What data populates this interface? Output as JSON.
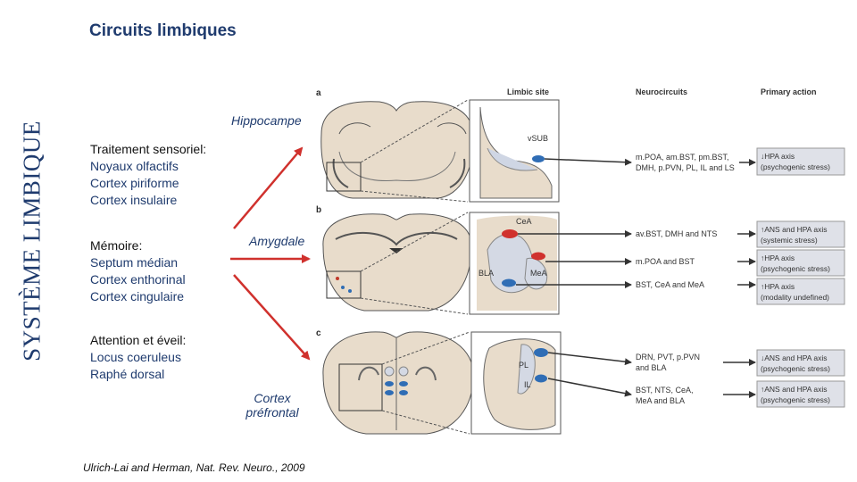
{
  "vertical_title": "SYSTÈME LIMBIQUE",
  "title": "Circuits limbiques",
  "labels": {
    "hippocampe": "Hippocampe",
    "amygdale": "Amygdale",
    "cortex_line1": "Cortex",
    "cortex_line2": "préfrontal"
  },
  "blocks": [
    {
      "head": "Traitement sensoriel:",
      "items": [
        "Noyaux olfactifs",
        "Cortex piriforme",
        "Cortex insulaire"
      ]
    },
    {
      "head": "Mémoire:",
      "items": [
        "Septum médian",
        "Cortex enthorinal",
        "Cortex cingulaire"
      ]
    },
    {
      "head": "Attention et éveil:",
      "items": [
        "Locus coeruleus",
        "Raphé dorsal"
      ]
    }
  ],
  "citation": "Ulrich-Lai and Herman, Nat. Rev. Neuro., 2009",
  "figure": {
    "col_limbic": "Limbic site",
    "col_neuro": "Neurocircuits",
    "col_action": "Primary action",
    "panel_a": "a",
    "panel_b": "b",
    "panel_c": "c",
    "label_vsub": "vSUB",
    "label_cea": "CeA",
    "label_bla": "BLA",
    "label_mea": "MeA",
    "label_pl": "PL",
    "label_il": "IL",
    "neuro": [
      [
        "m.POA, am.BST, pm.BST,",
        "DMH, p.PVN, PL, IL and LS"
      ],
      [
        "av.BST, DMH and NTS"
      ],
      [
        "m.POA and BST"
      ],
      [
        "BST, CeA and MeA"
      ],
      [
        "DRN, PVT, p.PVN",
        "and BLA"
      ],
      [
        "BST, NTS, CeA,",
        "MeA and BLA"
      ]
    ],
    "actions": [
      [
        "↓HPA axis",
        "(psychogenic stress)"
      ],
      [
        "↑ANS and HPA axis",
        "(systemic stress)"
      ],
      [
        "↑HPA axis",
        "(psychogenic stress)"
      ],
      [
        "↑HPA axis",
        "(modality undefined)"
      ],
      [
        "↓ANS and HPA axis",
        "(psychogenic stress)"
      ],
      [
        "↑ANS and HPA axis",
        "(psychogenic stress)"
      ]
    ]
  },
  "colors": {
    "text_blue": "#1f3b6e",
    "arrow_red": "#d0312d",
    "brain_fill": "#e8dccb",
    "action_box": "#dfe1e8"
  }
}
